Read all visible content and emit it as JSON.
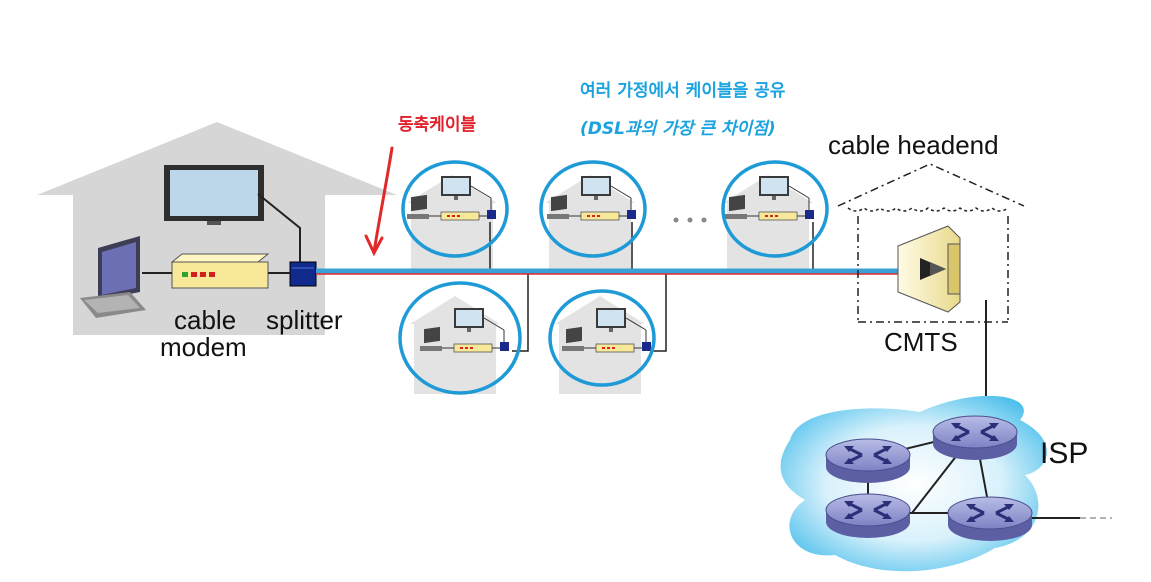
{
  "labels": {
    "cable_modem_line1": "cable",
    "cable_modem_line2": "modem",
    "splitter": "splitter",
    "cable_headend": "cable headend",
    "cmts": "CMTS",
    "isp": "ISP",
    "coax_note": "동축케이블",
    "shared_note": "여러 가정에서 케이블을 공유",
    "dsl_diff_note": "(DSL과의 가장 큰 차이점)"
  },
  "colors": {
    "coax_line": "#e02a2a",
    "shared_cable": "#3aa0d8",
    "highlight_circle": "#1e9ad6",
    "house": "#d9d9d9",
    "modem": "#f7e89a",
    "isp_cloud": "#5cc6ee",
    "router": "#6f72b4"
  },
  "icons": {
    "arrow": "hand-drawn-arrow-down",
    "router": "router-icon",
    "monitor": "monitor-icon",
    "computer": "computer-icon"
  }
}
